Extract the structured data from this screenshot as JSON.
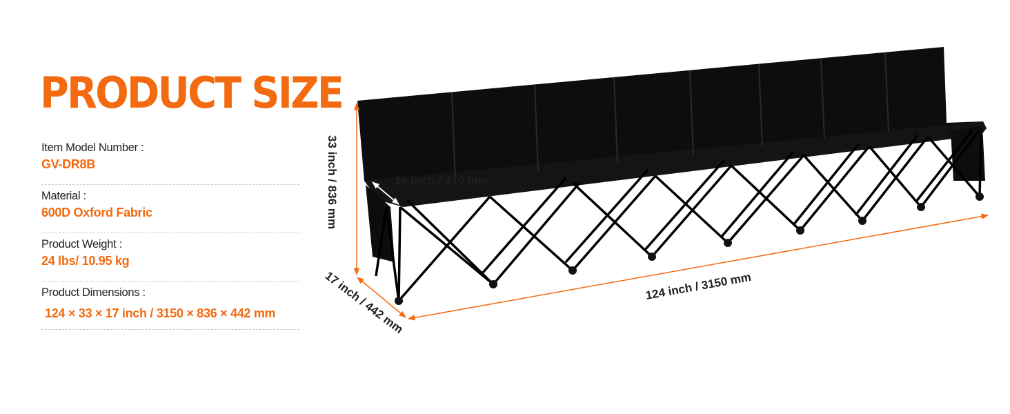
{
  "title": "PRODUCT SIZE",
  "specs": [
    {
      "label": "Item Model Number :",
      "value": "GV-DR8B"
    },
    {
      "label": "Material :",
      "value": "600D Oxford Fabric"
    },
    {
      "label": "Product Weight :",
      "value": "24 lbs/ 10.95  kg"
    },
    {
      "label": "Product Dimensions :",
      "value": "124 × 33 × 17 inch / 3150 × 836 × 442 mm"
    }
  ],
  "dimensions": {
    "seat_width": "16 inch / 410 mm",
    "height": "33 inch / 836 mm",
    "depth": "17 inch / 442 mm",
    "length": "124 inch / 3150 mm"
  },
  "colors": {
    "accent": "#f36a10",
    "product": "#0d0d0d"
  },
  "product_image": "8-seat-folding-bench-illustration"
}
